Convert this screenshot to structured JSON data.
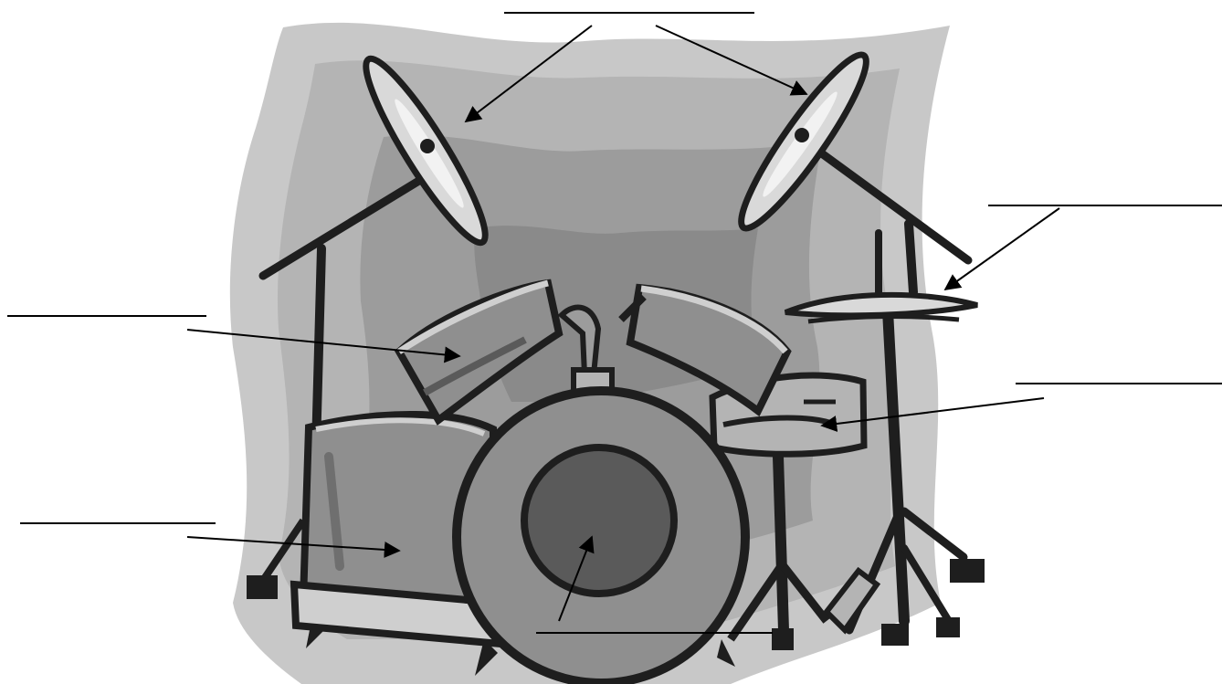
{
  "diagram": {
    "subject": "drum-kit",
    "colors": {
      "background": "#ffffff",
      "backdrop_light": "#c8c8c8",
      "backdrop_mid": "#a8a8a8",
      "backdrop_dark": "#8a8a8a",
      "drum_shell": "#8f8f8f",
      "drum_rim": "#cfcfcf",
      "bass_head_center": "#5a5a5a",
      "outline": "#1e1e1e",
      "cymbal": "#d9d9d9",
      "line": "#000000"
    },
    "labels": [
      {
        "id": "cymbals",
        "text": ""
      },
      {
        "id": "hi-hat",
        "text": ""
      },
      {
        "id": "tom-toms",
        "text": ""
      },
      {
        "id": "snare-drum",
        "text": ""
      },
      {
        "id": "floor-tom",
        "text": ""
      },
      {
        "id": "bass-drum",
        "text": ""
      }
    ]
  }
}
